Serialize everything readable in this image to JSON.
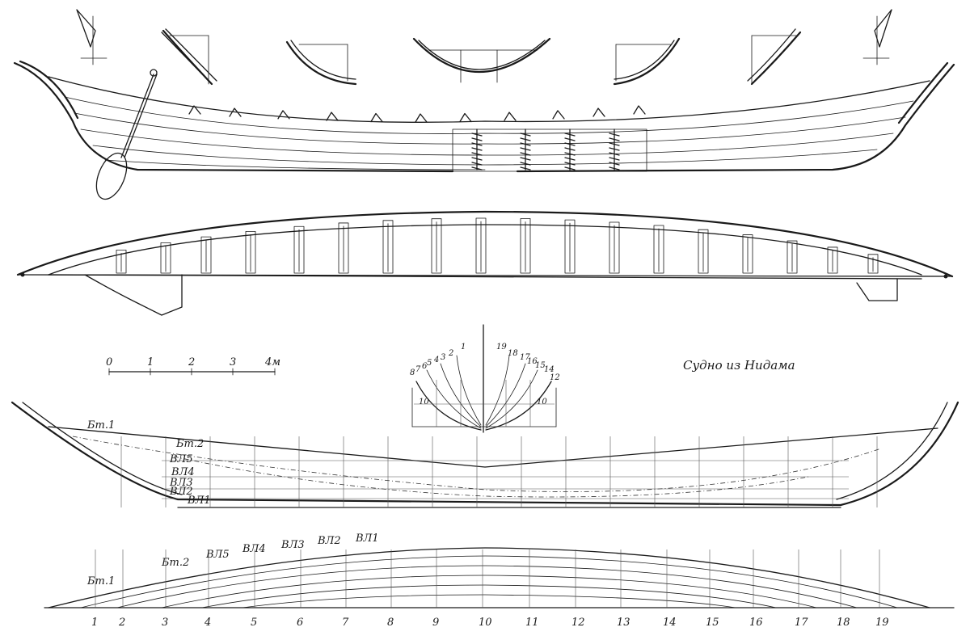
{
  "caption": "Судно из Нидама",
  "scale_bar": {
    "ticks": [
      "0",
      "1",
      "2",
      "3",
      "4м"
    ]
  },
  "body_plan": {
    "left_numbers": [
      "1",
      "2",
      "3",
      "4",
      "5",
      "6",
      "7",
      "8",
      "10"
    ],
    "right_numbers": [
      "19",
      "18",
      "17",
      "16",
      "15",
      "14",
      "12",
      "10"
    ]
  },
  "half_breadth_plan": {
    "labels": [
      "Бт.1",
      "Бт.2",
      "ВЛ5",
      "ВЛ4",
      "ВЛ3",
      "ВЛ2",
      "ВЛ1"
    ],
    "stations": [
      "1",
      "2",
      "3",
      "4",
      "5",
      "6",
      "7",
      "8",
      "9",
      "10",
      "11",
      "12",
      "13",
      "14",
      "15",
      "16",
      "17",
      "18",
      "19"
    ]
  },
  "sheer_plan": {
    "labels": [
      "Бт.1",
      "Бт.2",
      "ВЛ5",
      "ВЛ4",
      "ВЛ3",
      "ВЛ2",
      "ВЛ1"
    ]
  }
}
